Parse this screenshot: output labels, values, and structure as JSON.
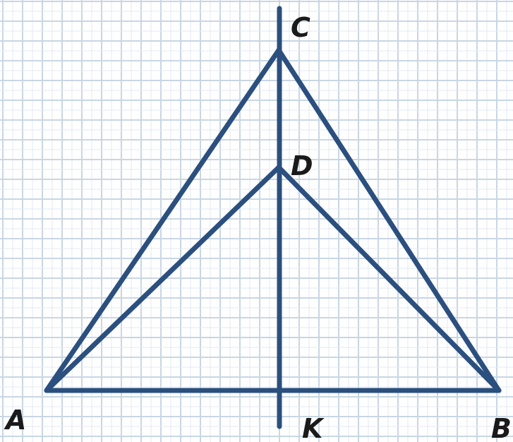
{
  "diagram": {
    "colors": {
      "line": "#2b4f7e",
      "label": "#1a1a1a",
      "grid": "#c9d6e3",
      "background": "#ffffff"
    },
    "labels": {
      "a": "A",
      "b": "B",
      "c": "C",
      "d": "D",
      "k": "K"
    },
    "segments": [
      {
        "from": "A",
        "to": "C"
      },
      {
        "from": "C",
        "to": "B"
      },
      {
        "from": "A",
        "to": "B"
      },
      {
        "from": "A",
        "to": "D"
      },
      {
        "from": "D",
        "to": "B"
      },
      {
        "from": "C",
        "to": "K"
      }
    ]
  }
}
